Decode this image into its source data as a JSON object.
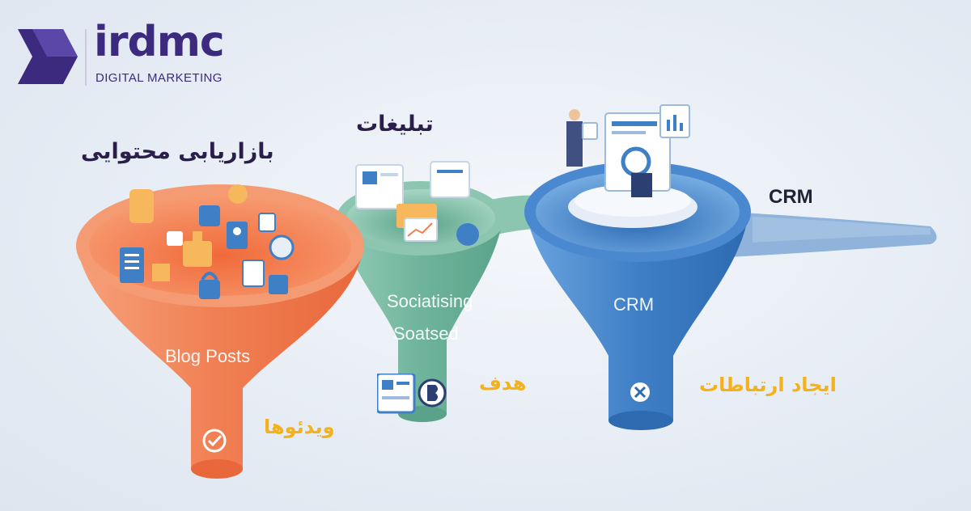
{
  "logo": {
    "name": "irdmc",
    "tagline": "DIGITAL MARKETING",
    "brand_color": "#3c2a7e",
    "accent_color": "#f7b21a"
  },
  "stages": [
    {
      "title": "بازاریابی محتوایی",
      "funnel_label": "Blog Posts",
      "bottom_label": "ویدئوها",
      "color": "#f07f52",
      "icon": "check-badge-icon"
    },
    {
      "title": "تبلیغات",
      "funnel_label_line1": "Sociatising",
      "funnel_label_line2": "Soatsed",
      "bottom_label": "هدف",
      "color": "#6fb49c",
      "icon": "b-logo-icon"
    },
    {
      "title": "CRM",
      "funnel_label": "CRM",
      "bottom_label": "ایجاد ارتباطات",
      "color": "#3f7fc6",
      "icon": "x-logo-icon"
    }
  ],
  "colors": {
    "background": "#e8eef5",
    "title_text": "#2a1f4a",
    "bottom_label_text": "#f3b21b"
  }
}
